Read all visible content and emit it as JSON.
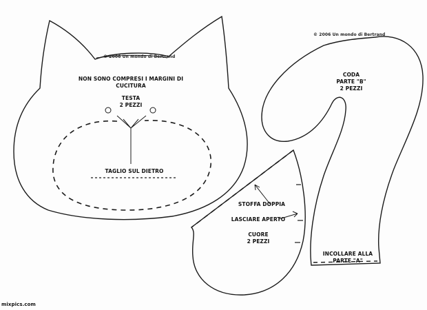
{
  "head": {
    "note_line1": "NON SONO COMPRESI I MARGINI DI",
    "note_line2": "CUCITURA",
    "title": "TESTA",
    "pieces": "2 PEZZI",
    "cut_label": "TAGLIO SUL DIETRO",
    "copyright": "© 2006 Un mondo di Bertrand"
  },
  "tail": {
    "title": "CODA",
    "part": "PARTE \"B\"",
    "pieces": "2 PEZZI",
    "attach_line1": "INCOLLARE ALLA",
    "attach_line2": "PARTE \"A\"",
    "copyright": "© 2006 Un mondo di Bertrand"
  },
  "heart": {
    "fabric": "STOFFA DOPPIA",
    "leave_open": "LASCIARE APERTO",
    "title": "CUORE",
    "pieces": "2 PEZZI"
  },
  "site": "mixpics.com"
}
